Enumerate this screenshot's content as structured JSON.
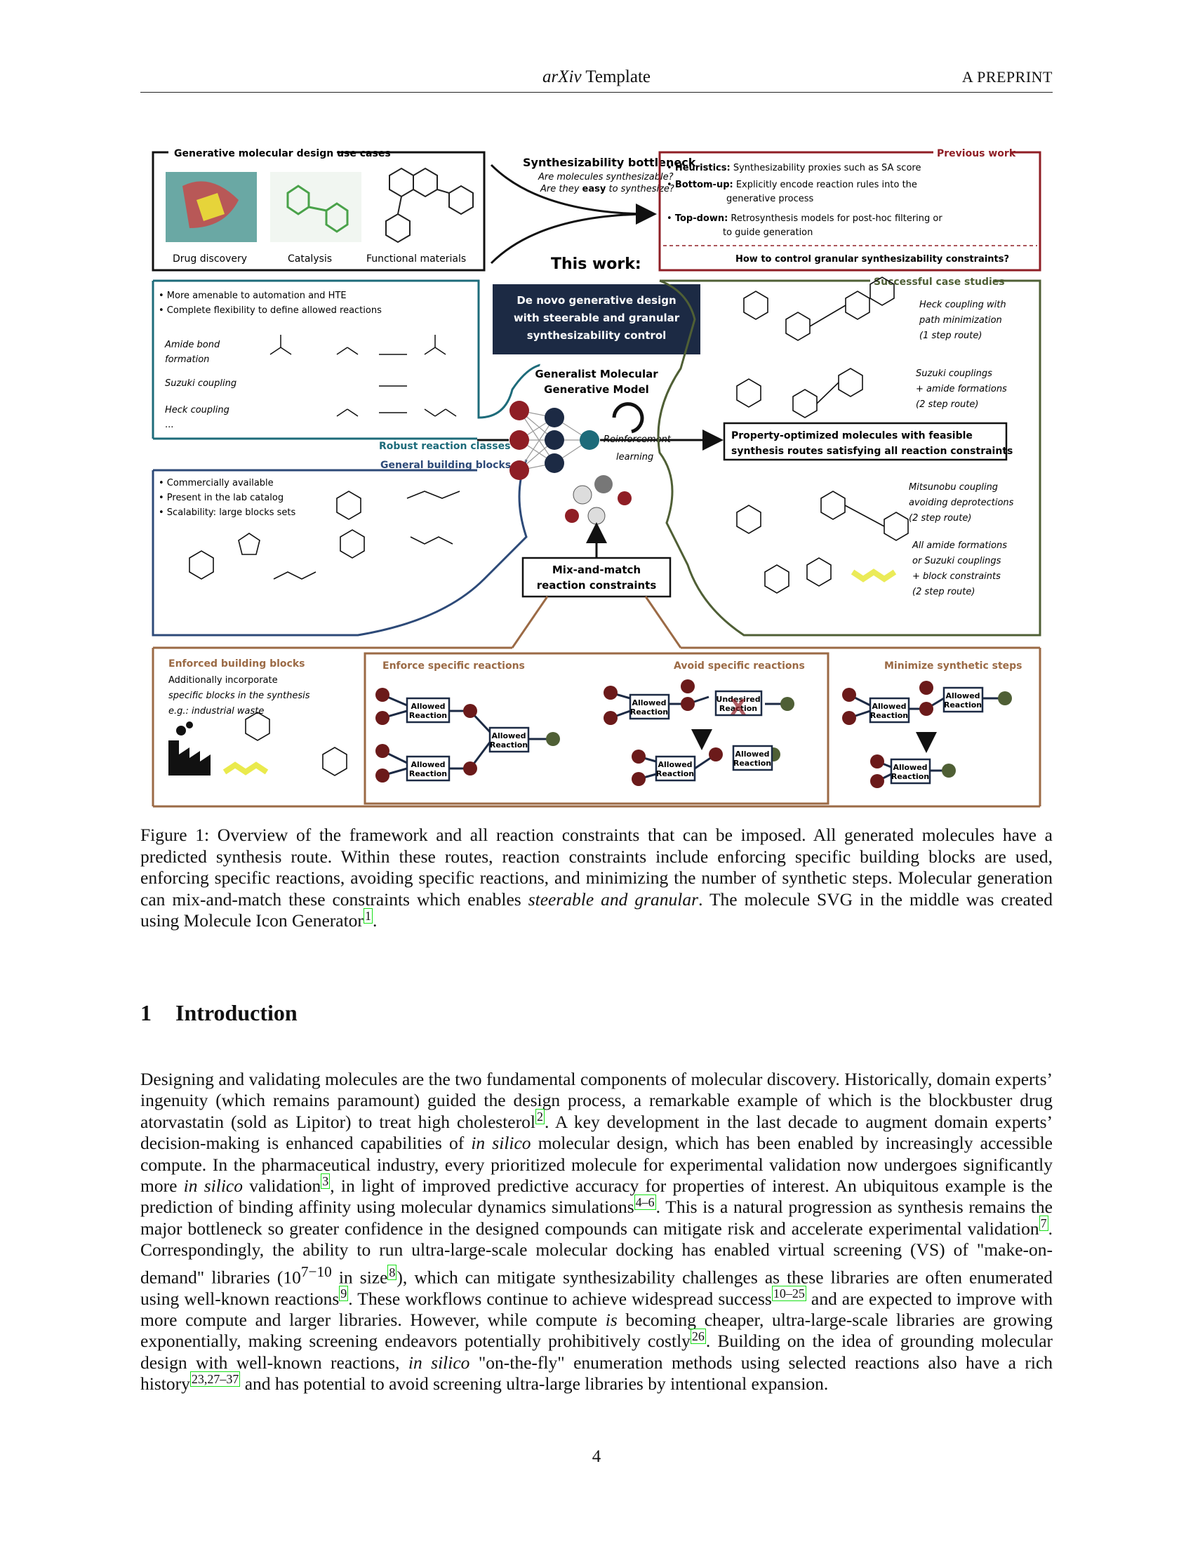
{
  "header": {
    "title_italic": "arXiv",
    "title_rest": " Template",
    "right": "A PREPRINT"
  },
  "figure": {
    "use_cases": {
      "title": "Generative molecular design use cases",
      "labels": [
        "Drug discovery",
        "Catalysis",
        "Functional materials"
      ]
    },
    "bottleneck": {
      "title": "Synthesizability bottleneck",
      "line1": "Are molecules synthesizable?",
      "line2_a": "Are they ",
      "line2_b": "easy",
      "line2_c": " to synthesize?"
    },
    "previous": {
      "title": "Previous work",
      "items": [
        {
          "bold": "Heuristics:",
          "text": " Synthesizability proxies such as SA score"
        },
        {
          "bold": "Bottom-up:",
          "text": " Explicitly encode reaction rules into the",
          "cont": "generative process"
        },
        {
          "bold": "Top-down:",
          "text": " Retrosynthesis models for post-hoc filtering or",
          "cont": "to guide generation"
        }
      ],
      "question": "How to control granular synthesizability constraints?"
    },
    "this_work": "This work:",
    "central_box": [
      "De novo generative design",
      "with steerable and granular",
      "synthesizability control"
    ],
    "model_label": [
      "Generalist Molecular",
      "Generative Model"
    ],
    "rl_label": [
      "Reinforcement",
      "learning"
    ],
    "reaction_panel": {
      "bullets": [
        "• More amenable to automation and HTE",
        "• Complete flexibility to define allowed reactions"
      ],
      "reactions": [
        "Amide bond",
        "formation",
        "Suzuki coupling",
        "Heck coupling",
        "..."
      ],
      "tag": "Robust reaction classes"
    },
    "building_panel": {
      "tag": "General building blocks",
      "bullets": [
        "• Commercially available",
        "• Present in the lab catalog",
        "• Scalability: large blocks sets"
      ]
    },
    "case_studies": {
      "title": "Successful case studies",
      "cases": [
        [
          "Heck coupling with",
          "path minimization",
          "(1 step route)"
        ],
        [
          "Suzuki couplings",
          "+ amide formations",
          "(2 step route)"
        ],
        [
          "Mitsunobu coupling",
          "avoiding deprotections",
          "(2 step route)"
        ],
        [
          "All amide formations",
          "or Suzuki couplings",
          "+ block constraints",
          "(2 step route)"
        ]
      ],
      "result": [
        "Property-optimized molecules with feasible",
        "synthesis routes satisfying all reaction constraints"
      ]
    },
    "mix_match": [
      "Mix-and-match",
      "reaction constraints"
    ],
    "bottom": {
      "enforced_blocks": {
        "title": "Enforced building blocks",
        "lines": [
          "Additionally incorporate",
          "specific blocks in the synthesis",
          "e.g.: industrial waste"
        ]
      },
      "enforce_reactions": "Enforce specific reactions",
      "avoid_reactions": "Avoid specific reactions",
      "minimize_steps": "Minimize synthetic steps",
      "allowed": [
        "Allowed",
        "Reaction"
      ],
      "undesired": [
        "Undesired",
        "Reaction"
      ]
    },
    "colors": {
      "navy": "#1c2a44",
      "teal": "#1d6b7a",
      "blue": "#2d4a78",
      "green": "#4f5f35",
      "brown": "#9b6a45",
      "red": "#8f1e25",
      "dark_red": "#6b1a1a"
    }
  },
  "caption": {
    "p1": "Figure 1: Overview of the framework and all reaction constraints that can be imposed. All generated molecules have a predicted synthesis route. Within these routes, reaction constraints include enforcing specific building blocks are used, enforcing specific reactions, avoiding specific reactions, and minimizing the number of synthetic steps. Molecular generation can mix-and-match these constraints which enables ",
    "italic": "steerable and granular",
    "p2": ". The molecule SVG in the middle was created using Molecule Icon Generator",
    "cite": "1",
    "end": "."
  },
  "section": {
    "number": "1",
    "title": "Introduction"
  },
  "body": {
    "s1": "Designing and validating molecules are the two fundamental components of molecular discovery. Historically, domain experts’ ingenuity (which remains paramount) guided the design process, a remarkable example of which is the blockbuster drug atorvastatin (sold as Lipitor) to treat high cholesterol",
    "c1": "2",
    "s2": ". A key development in the last decade to augment domain experts’ decision-making is enhanced capabilities of ",
    "i1": "in silico",
    "s3": " molecular design, which has been enabled by increasingly accessible compute. In the pharmaceutical industry, every prioritized molecule for experimental validation now undergoes significantly more ",
    "i2": "in silico",
    "s4": " validation",
    "c2": "3",
    "s5": ", in light of improved predictive accuracy for properties of interest. An ubiquitous example is the prediction of binding affinity using molecular dynamics simulations",
    "c3": "4–6",
    "s6": ". This is a natural progression as synthesis remains the major bottleneck so greater confidence in the designed compounds can mitigate risk and accelerate experimental validation",
    "c4": "7",
    "s7": ". Correspondingly, the ability to run ultra-large-scale molecular docking has enabled virtual screening (VS) of \"make-on-demand\" libraries (10",
    "sup": "7−10",
    "s8": " in size",
    "c5": "8",
    "s9": "), which can mitigate synthesizability challenges as these libraries are often enumerated using well-known reactions",
    "c6": "9",
    "s10": ". These workflows continue to achieve widespread success",
    "c7": "10–25",
    "s11": " and are expected to improve with more compute and larger libraries. However, while compute ",
    "i3": "is",
    "s12": " becoming cheaper, ultra-large-scale libraries are growing exponentially, making screening endeavors potentially prohibitively costly",
    "c8": "26",
    "s13": ". Building on the idea of grounding molecular design with well-known reactions, ",
    "i4": "in silico",
    "s14": " \"on-the-fly\" enumeration methods using selected reactions also have a rich history",
    "c9": "23,27–37",
    "s15": " and has potential to avoid screening ultra-large libraries by intentional expansion."
  },
  "page_number": "4"
}
